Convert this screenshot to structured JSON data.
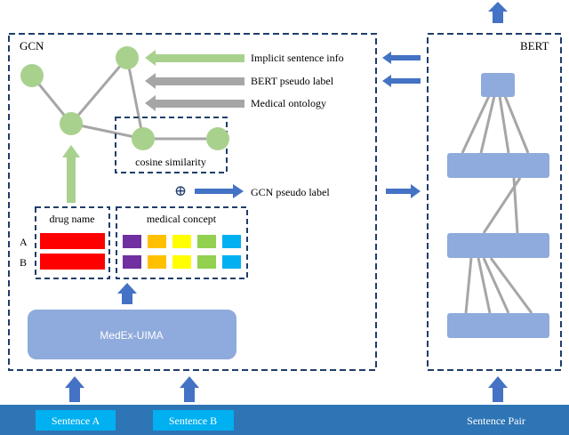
{
  "gcn_panel": {
    "title": "GCN",
    "inputs": {
      "implicit": "Implicit sentence info",
      "bert_pseudo": "BERT pseudo label",
      "ontology": "Medical ontology"
    },
    "cosine_label": "cosine similarity",
    "oplus": "⊕",
    "gcn_pseudo": "GCN pseudo label",
    "drug_box": {
      "title": "drug name",
      "row_a": "A",
      "row_b": "B"
    },
    "concept_box": {
      "title": "medical concept"
    },
    "medex": "MedEx-UIMA"
  },
  "bert_panel": {
    "title": "BERT"
  },
  "bottom_bar": {
    "sentence_a": "Sentence A",
    "sentence_b": "Sentence B",
    "sentence_pair": "Sentence Pair"
  },
  "colors": {
    "panel_border": "#1f3d6b",
    "arrow_blue": "#4472c4",
    "node_green": "#a9d18e",
    "arrow_green": "#a9d18e",
    "arrow_gray": "#a6a6a6",
    "edge_gray": "#a6a6a6",
    "drug_red": "#ff0000",
    "concept_colors": [
      "#7030a0",
      "#ffc000",
      "#ffff00",
      "#92d050",
      "#00b0f0"
    ],
    "bert_block": "#8faadc",
    "medex_block": "#8faadc",
    "bottom_bar": "#2e75b6",
    "sentence_chip": "#00b0f0"
  }
}
